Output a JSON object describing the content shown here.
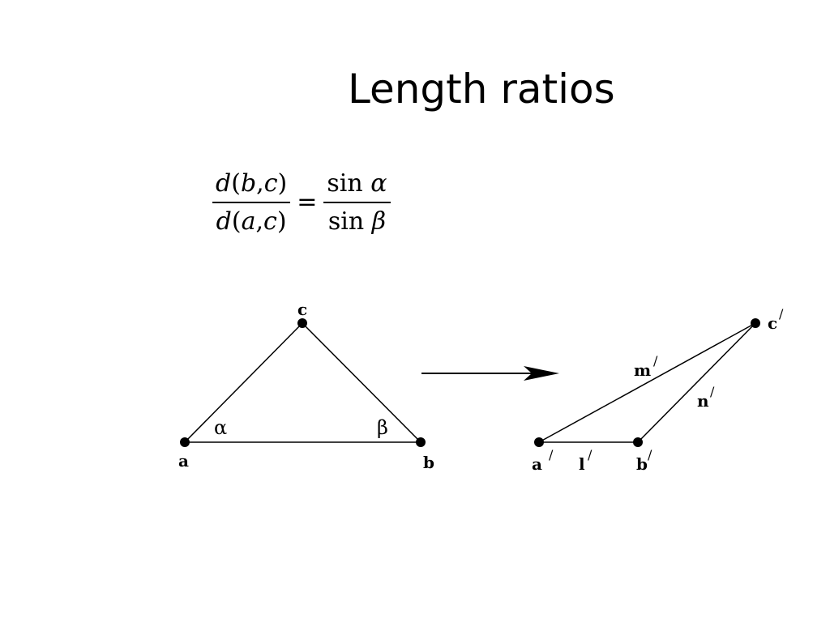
{
  "slide": {
    "title": "Length ratios"
  },
  "formula": {
    "lhs_numerator": {
      "fn": "d",
      "open": "(",
      "arg1": "b",
      "comma": ",",
      "arg2": "c",
      "close": ")"
    },
    "lhs_denominator": {
      "fn": "d",
      "open": "(",
      "arg1": "a",
      "comma": ",",
      "arg2": "c",
      "close": ")"
    },
    "equals": "=",
    "rhs_numerator": {
      "fn": "sin",
      "arg": "α"
    },
    "rhs_denominator": {
      "fn": "sin",
      "arg": "β"
    }
  },
  "diagram": {
    "original_triangle": {
      "vertex_labels": {
        "a": "a",
        "b": "b",
        "c": "c"
      },
      "angle_labels": {
        "alpha": "α",
        "beta": "β"
      }
    },
    "transformed_triangle": {
      "vertex_labels": {
        "a": "a",
        "b": "b",
        "c": "c"
      },
      "edge_labels": {
        "l": "l",
        "m": "m",
        "n": "n"
      },
      "prime_mark": "/"
    },
    "colors": {
      "stroke": "#000000",
      "background": "#ffffff"
    }
  }
}
